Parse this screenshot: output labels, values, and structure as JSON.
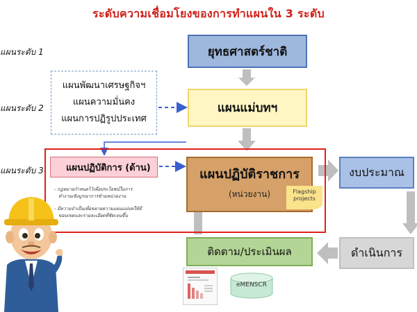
{
  "title": "ระดับความเชื่อมโยงของการทำแผนใน 3 ระดับ",
  "levels": [
    "แผนระดับ 1",
    "แผนระดับ 2",
    "แผนระดับ 3"
  ],
  "boxes": {
    "strategy": "ยุทธศาสตร์ชาติ",
    "master_plan": "แผนแม่บทฯ",
    "level2_plans": [
      "แผนพัฒนาเศรษฐกิจฯ",
      "แผนความมั่นคง",
      "แผนการปฏิรูปประเทศ"
    ],
    "dept_plan": "แผนปฏิบัติการ (ด้าน)",
    "action_plan": "แผนปฏิบัติราชการ",
    "action_plan_sub": "(หน่วยงาน)",
    "budget": "งบประมาณ",
    "execution": "ดำเนินการ",
    "monitoring": "ติดตาม/ประเมินผล"
  },
  "notes": [
    "- กฎหมายกำหนดไว้เพื่อประโยชน์ในการ",
    "ทำงานเชิงบูรณาการข้ามหน่วยงาน",
    "- มีความจำเป็นเพื่อขยายความแผนแม่บทให้มี",
    "ขอบเขตและรายละเอียดที่ชัดเจนขึ้น"
  ],
  "flagship": [
    "Flagship",
    "projects"
  ],
  "emenscr": "eMENSCR",
  "colors": {
    "title_red": "#d0201a",
    "outline_red": "#e0201a",
    "strategy_blue": "#9eb7dd",
    "master_yellow": "#fff6c3",
    "action_brown": "#d6a169",
    "budget_blue": "#a9c1e7",
    "execution_gray": "#d7d7d7",
    "monitor_green": "#b3d595",
    "dept_pink": "#fbd0d6",
    "dashed_blue": "#3a5fd0",
    "arrow_gray": "#bfbfbf"
  }
}
